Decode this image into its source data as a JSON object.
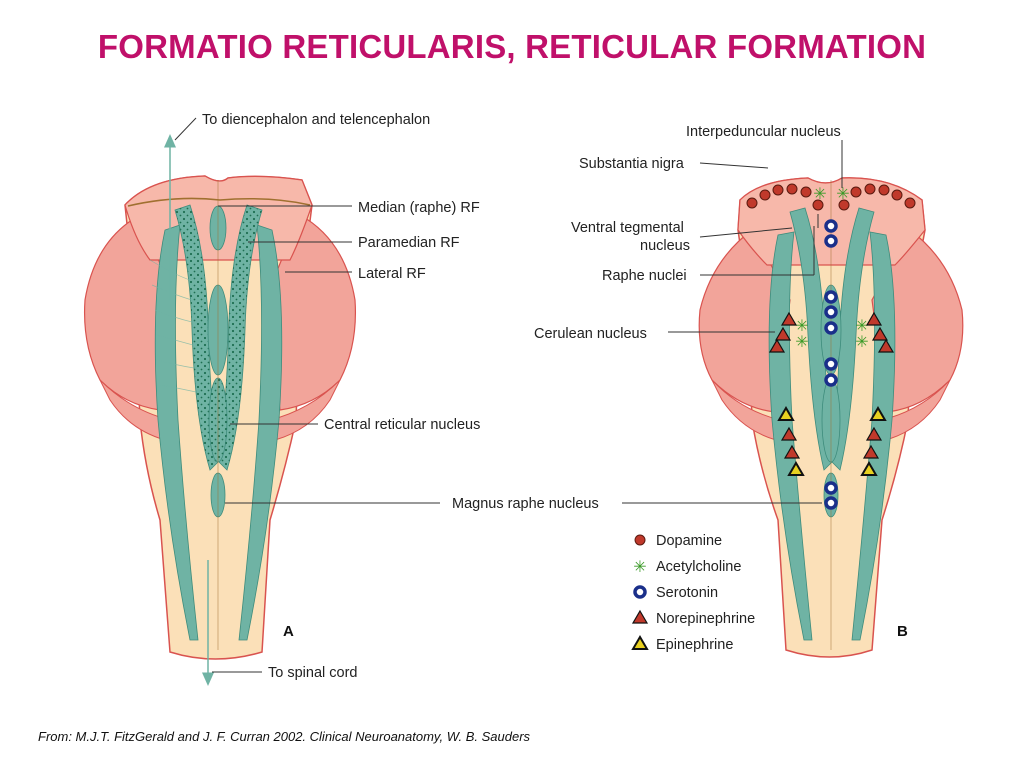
{
  "title": "FORMATIO RETICULARIS, RETICULAR FORMATION",
  "panel_a": {
    "letter": "A",
    "labels": {
      "to_diencephalon": "To diencephalon and telencephalon",
      "median_rf": "Median (raphe) RF",
      "paramedian_rf": "Paramedian RF",
      "lateral_rf": "Lateral RF",
      "central_reticular": "Central reticular nucleus",
      "to_spinal_cord": "To spinal cord"
    }
  },
  "panel_b": {
    "letter": "B",
    "labels": {
      "interpeduncular": "Interpeduncular nucleus",
      "substantia_nigra": "Substantia nigra",
      "ventral_tegmental_1": "Ventral tegmental",
      "ventral_tegmental_2": "nucleus",
      "raphe_nuclei": "Raphe nuclei",
      "cerulean": "Cerulean nucleus",
      "magnus_raphe": "Magnus raphe nucleus"
    }
  },
  "legend": [
    {
      "label": "Dopamine",
      "symbol": "circle-dot",
      "color": "#c0392b"
    },
    {
      "label": "Acetylcholine",
      "symbol": "asterisk",
      "color": "#3a9a28"
    },
    {
      "label": "Serotonin",
      "symbol": "ring",
      "color": "#1a2f8a"
    },
    {
      "label": "Norepinephrine",
      "symbol": "triangle",
      "color": "#c0392b"
    },
    {
      "label": "Epinephrine",
      "symbol": "triangle",
      "color": "#e8d020"
    }
  ],
  "colors": {
    "title": "#c0106a",
    "tissue_pink": "#f2a49a",
    "tissue_cream": "#fbe0b8",
    "column_teal": "#6fb3a4",
    "outline": "#d9534f"
  },
  "citation": "From: M.J.T. FitzGerald and J. F. Curran 2002. Clinical Neuroanatomy, W. B. Sauders"
}
